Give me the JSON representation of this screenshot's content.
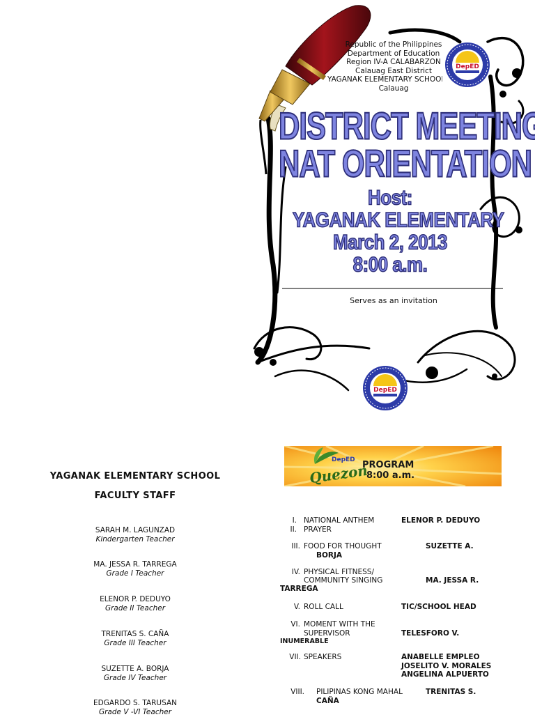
{
  "invitation": {
    "header_lines": [
      "Republic of the Philippines",
      "Department of Education",
      "Region IV-A CALABARZON",
      "Calauag East District",
      "YAGANAK ELEMENTARY SCHOOL",
      "Calauag"
    ],
    "title_line1": "DISTRICT MEETING",
    "title_line2": "NAT ORIENTATION",
    "host_label": "Host:",
    "host_name": "YAGANAK ELEMENTARY",
    "date": "March 2, 2013",
    "time": "8:00 a.m.",
    "note": "Serves as an invitation",
    "seal_text": "DepED",
    "colors": {
      "title_fill": "#7e84e0",
      "title_outline": "#2e2f7a",
      "pen_body": "#7a0c12",
      "pen_gold": "#c79a2a"
    }
  },
  "faculty": {
    "school_name": "YAGANAK ELEMENTARY SCHOOL",
    "title": "FACULTY STAFF",
    "staff": [
      {
        "name": "SARAH M. LAGUNZAD",
        "role": "Kindergarten Teacher"
      },
      {
        "name": "MA. JESSA R. TARREGA",
        "role": "Grade I Teacher"
      },
      {
        "name": "ELENOR P. DEDUYO",
        "role": "Grade II Teacher"
      },
      {
        "name": "TRENITAS S. CAÑA",
        "role": "Grade III Teacher"
      },
      {
        "name": "SUZETTE A. BORJA",
        "role": "Grade IV Teacher"
      },
      {
        "name": "EDGARDO S. TARUSAN",
        "role": "Grade V -VI Teacher"
      }
    ]
  },
  "program": {
    "banner_logo_top": "DepED",
    "banner_logo_bottom": "Quezon",
    "banner_title": "PROGRAM",
    "banner_time": "8:00 a.m.",
    "items": [
      {
        "num": "I.",
        "title": "NATIONAL ANTHEM",
        "person": "ELENOR P. DEDUYO"
      },
      {
        "num": "II.",
        "title": "PRAYER"
      },
      {
        "num": "III.",
        "title": "FOOD FOR THOUGHT",
        "person": "SUZETTE A.",
        "person_cont": "BORJA"
      },
      {
        "num": "IV.",
        "title": "PHYSICAL FITNESS/",
        "title_cont": "COMMUNITY SINGING",
        "person": "MA. JESSA R.",
        "person_cont": "TARREGA"
      },
      {
        "num": "V.",
        "title": "ROLL CALL",
        "person": "TIC/SCHOOL HEAD"
      },
      {
        "num": "VI.",
        "title": "MOMENT WITH THE",
        "title_cont": "SUPERVISOR",
        "person": "TELESFORO V.",
        "person_cont": "INUMERABLE"
      },
      {
        "num": "VII.",
        "title": "SPEAKERS",
        "persons": [
          "ANABELLE EMPLEO",
          "JOSELITO V. MORALES",
          "ANGELINA ALPUERTO"
        ]
      },
      {
        "num": "VIII.",
        "title": "PILIPINAS KONG MAHAL",
        "person": "TRENITAS S.",
        "person_cont": "CAÑA"
      }
    ]
  }
}
